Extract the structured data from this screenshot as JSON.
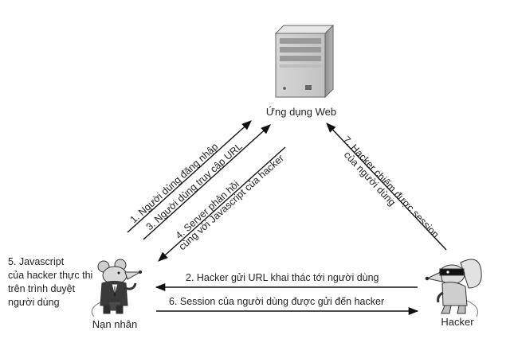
{
  "server": {
    "label": "Ứng dụng Web",
    "icon": "server-tower-icon"
  },
  "victim": {
    "label": "Nạn nhân",
    "icon": "rat-businessman-icon",
    "note_lines": [
      "5. Javascript",
      "của hacker thực thi",
      "trên trình duyệt",
      "người dùng"
    ]
  },
  "hacker": {
    "label": "Hacker",
    "icon": "masked-rat-hacker-icon"
  },
  "steps": {
    "s1": "1. Người dùng đăng nhập",
    "s2": "2. Hacker gửi URL khai thác tới người dùng",
    "s3": "3. Người dùng truy cập URL",
    "s4_line1": "4. Server phản hồi",
    "s4_line2": "cùng với Javascript của hacker",
    "s6": "6. Session của người dùng được gửi đến hacker",
    "s7_line1": "7. Hacker chiếm được session",
    "s7_line2": "của người dùng"
  }
}
